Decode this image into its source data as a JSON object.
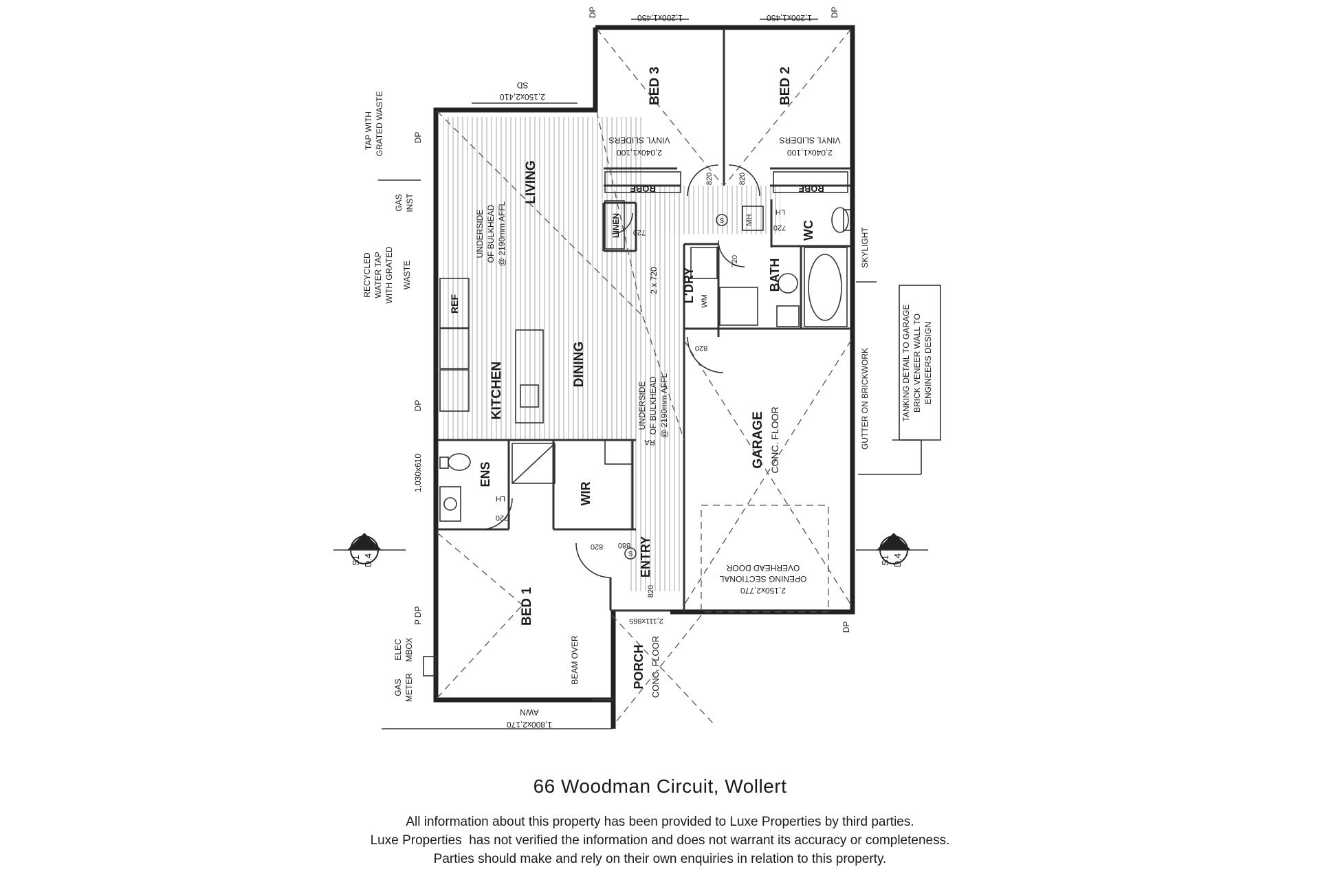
{
  "rooms": {
    "bed3": "BED 3",
    "bed2": "BED 2",
    "living": "LIVING",
    "dining": "DINING",
    "kitchen": "KITCHEN",
    "ref": "REF",
    "linen": "LINEN",
    "robe": "ROBE",
    "ldry": "L'DRY",
    "wm": "WM",
    "bath": "BATH",
    "wc": "WC",
    "mh": "MH",
    "lh": "LH",
    "ens": "ENS",
    "wir": "WIR",
    "entry": "ENTRY",
    "bed1": "BED 1",
    "garage": "GARAGE",
    "conc_floor": "CONC. FLOOR",
    "porch": "PORCH"
  },
  "dimensions": {
    "window_top": "1,200x1,450",
    "window_living": "2,150x2,410",
    "sd": "SD",
    "vinyl_sliders": "VINYL SLIDERS",
    "window_beds": "2,040x1,100",
    "door_820": "820",
    "door_720": "720",
    "door_2x720": "2 x 720",
    "window_ens": "1,030x610",
    "door_880": "880",
    "entry_door": "2,111x865",
    "garage_door_size": "2,150x2,770",
    "garage_door_line1": "OPENING SECTIONAL",
    "garage_door_line2": "OVERHEAD DOOR",
    "window_bed1": "1,800x2,170",
    "awn": "AWN"
  },
  "annotations": {
    "dp": "DP",
    "tap_line1": "TAP WITH",
    "tap_line2": "GRATED WASTE",
    "gas_inst_line1": "GAS",
    "gas_inst_line2": "INST",
    "recycled_line1": "RECYCLED",
    "recycled_line2": "WATER TAP",
    "recycled_line3": "WITH GRATED",
    "recycled_line4": "WASTE",
    "bulkhead_line1": "UNDERSIDE",
    "bulkhead_line2": "OF BULKHEAD",
    "bulkhead_line3": "@ 2190mm AFFL",
    "bulkhead2_line1": "UNDERSIDE",
    "bulkhead2_line2": "OF BULKHEAD",
    "bulkhead2_line3": "@ 2190mm AFFL",
    "ra": "RA",
    "skylight": "SKYLIGHT",
    "gutter": "GUTTER ON BRICKWORK",
    "tanking_line1": "TANKING DETAIL TO GARAGE",
    "tanking_line2": "BRICK VENEER WALL TO",
    "tanking_line3": "ENGINEERS DESIGN",
    "section_s1": "S1",
    "section_d4": "D.4",
    "elec_line1": "ELEC",
    "elec_line2": "MBOX",
    "gas_meter_line1": "GAS",
    "gas_meter_line2": "METER",
    "p": "P",
    "beam_over": "BEAM OVER",
    "smoke": "S"
  },
  "footer": {
    "address": "66 Woodman Circuit, Wollert",
    "disclaimer_line1": "All information about this property has been provided to Luxe Properties by third parties.",
    "disclaimer_line2": "Luxe Properties  has not verified the information and does not warrant its accuracy or completeness.",
    "disclaimer_line3": "Parties should make and rely on their own enquiries in relation to this property."
  }
}
